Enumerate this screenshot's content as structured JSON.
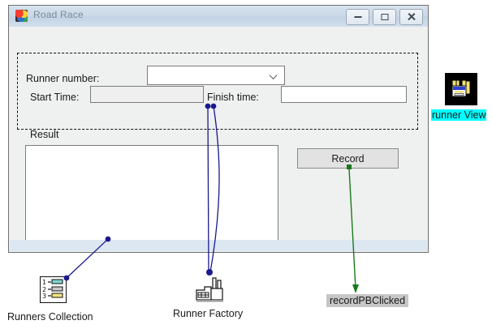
{
  "window": {
    "title": "Road Race",
    "app_icon": "balloon-icon",
    "controls": [
      {
        "name": "minimize",
        "glyph": "minimize-icon"
      },
      {
        "name": "restore",
        "glyph": "restore-icon"
      },
      {
        "name": "close",
        "glyph": "close-icon"
      }
    ]
  },
  "form": {
    "runner_number_label": "Runner number:",
    "runner_number_value": "",
    "runner_number_placeholder": "",
    "start_time_label": "Start Time:",
    "start_time_value": "",
    "finish_time_label": "Finish time:",
    "finish_time_value": "",
    "result_label": "Result",
    "result_value": "",
    "record_button": "Record"
  },
  "annotations": {
    "runner_view": "runner View",
    "runners_collection": "Runners Collection",
    "runner_factory": "Runner Factory",
    "record_handler": "recordPBClicked"
  },
  "colors": {
    "connector_navy": "#1a1a8c",
    "connector_green": "#1a7a1a",
    "highlight_cyan": "#00ffff",
    "highlight_gray": "#c6c6c6",
    "window_face": "#eff0f0",
    "titlebar": "#cbd9e8",
    "status_strip": "#dde7f2"
  }
}
